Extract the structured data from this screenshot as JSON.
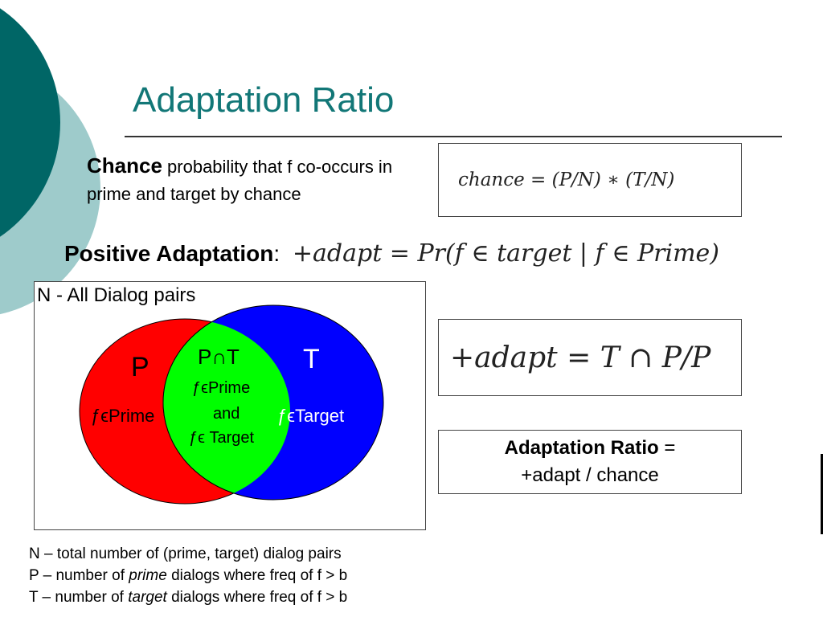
{
  "slide": {
    "title": "Adaptation Ratio",
    "chance_definition": {
      "term": "Chance",
      "text": " probability that f co-occurs in prime and target by chance"
    },
    "chance_formula": "chance = (P/N) ∗ (T/N)",
    "positive_adaptation": {
      "term": "Positive Adaptation",
      "colon": ":",
      "formula": "+adapt = Pr(f ∈ target | f ∈ Prime)"
    },
    "adapt_formula": "+adapt = T ∩ P/P",
    "ratio_box": {
      "label": "Adaptation Ratio",
      "equals": " =",
      "expression": "+adapt / chance"
    },
    "venn": {
      "caption": "N - All Dialog pairs",
      "left_label": "P",
      "left_sub": "ƒϵPrime",
      "center_label": "P∩T",
      "center_line1": "ƒϵPrime",
      "center_line2": "and",
      "center_line3": "ƒϵ Target",
      "right_label": "T",
      "right_sub": "ƒϵTarget",
      "colors": {
        "prime": "#ff0000",
        "target": "#0000ff",
        "intersection": "#00ff00"
      }
    },
    "legend": {
      "line1": "N – total number of (prime, target) dialog pairs",
      "line2_prefix": "P – number of ",
      "line2_emph": "prime",
      "line2_suffix": " dialogs where freq of f > b",
      "line3_prefix": "T – number of ",
      "line3_emph": "target",
      "line3_suffix": " dialogs where freq of f > b"
    }
  }
}
